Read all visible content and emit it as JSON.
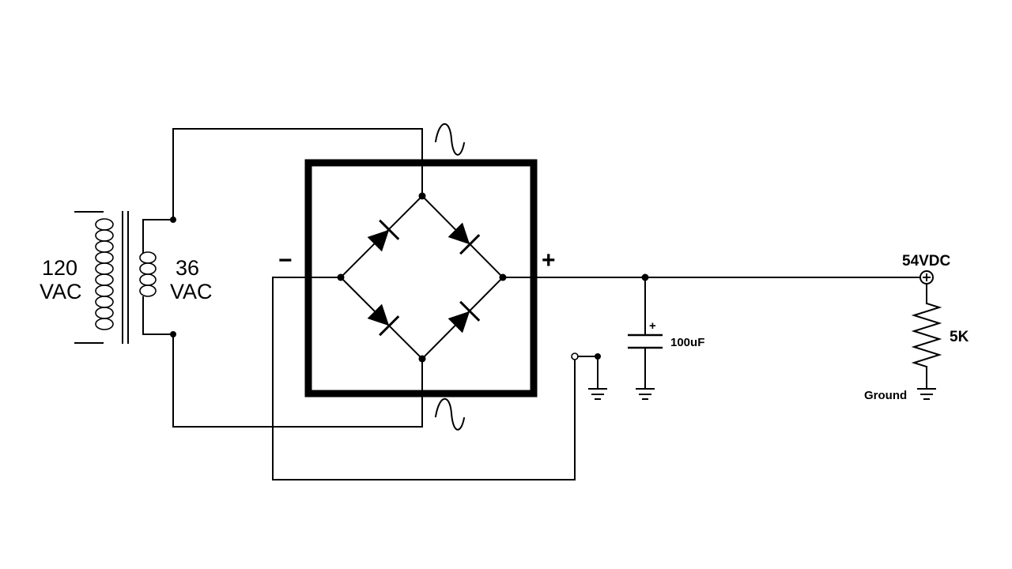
{
  "diagram": {
    "primary_voltage": {
      "line1": "120",
      "line2": "VAC"
    },
    "secondary_voltage": {
      "line1": "36",
      "line2": "VAC"
    },
    "bridge": {
      "minus_sign": "−",
      "plus_sign": "+",
      "ac_symbol": "∿"
    },
    "capacitor": {
      "value": "100uF",
      "polarity": "+"
    },
    "output": {
      "voltage": "54VDC",
      "terminal_symbol": "⊕"
    },
    "resistor": {
      "value": "5K"
    },
    "ground": {
      "label": "Ground"
    }
  }
}
